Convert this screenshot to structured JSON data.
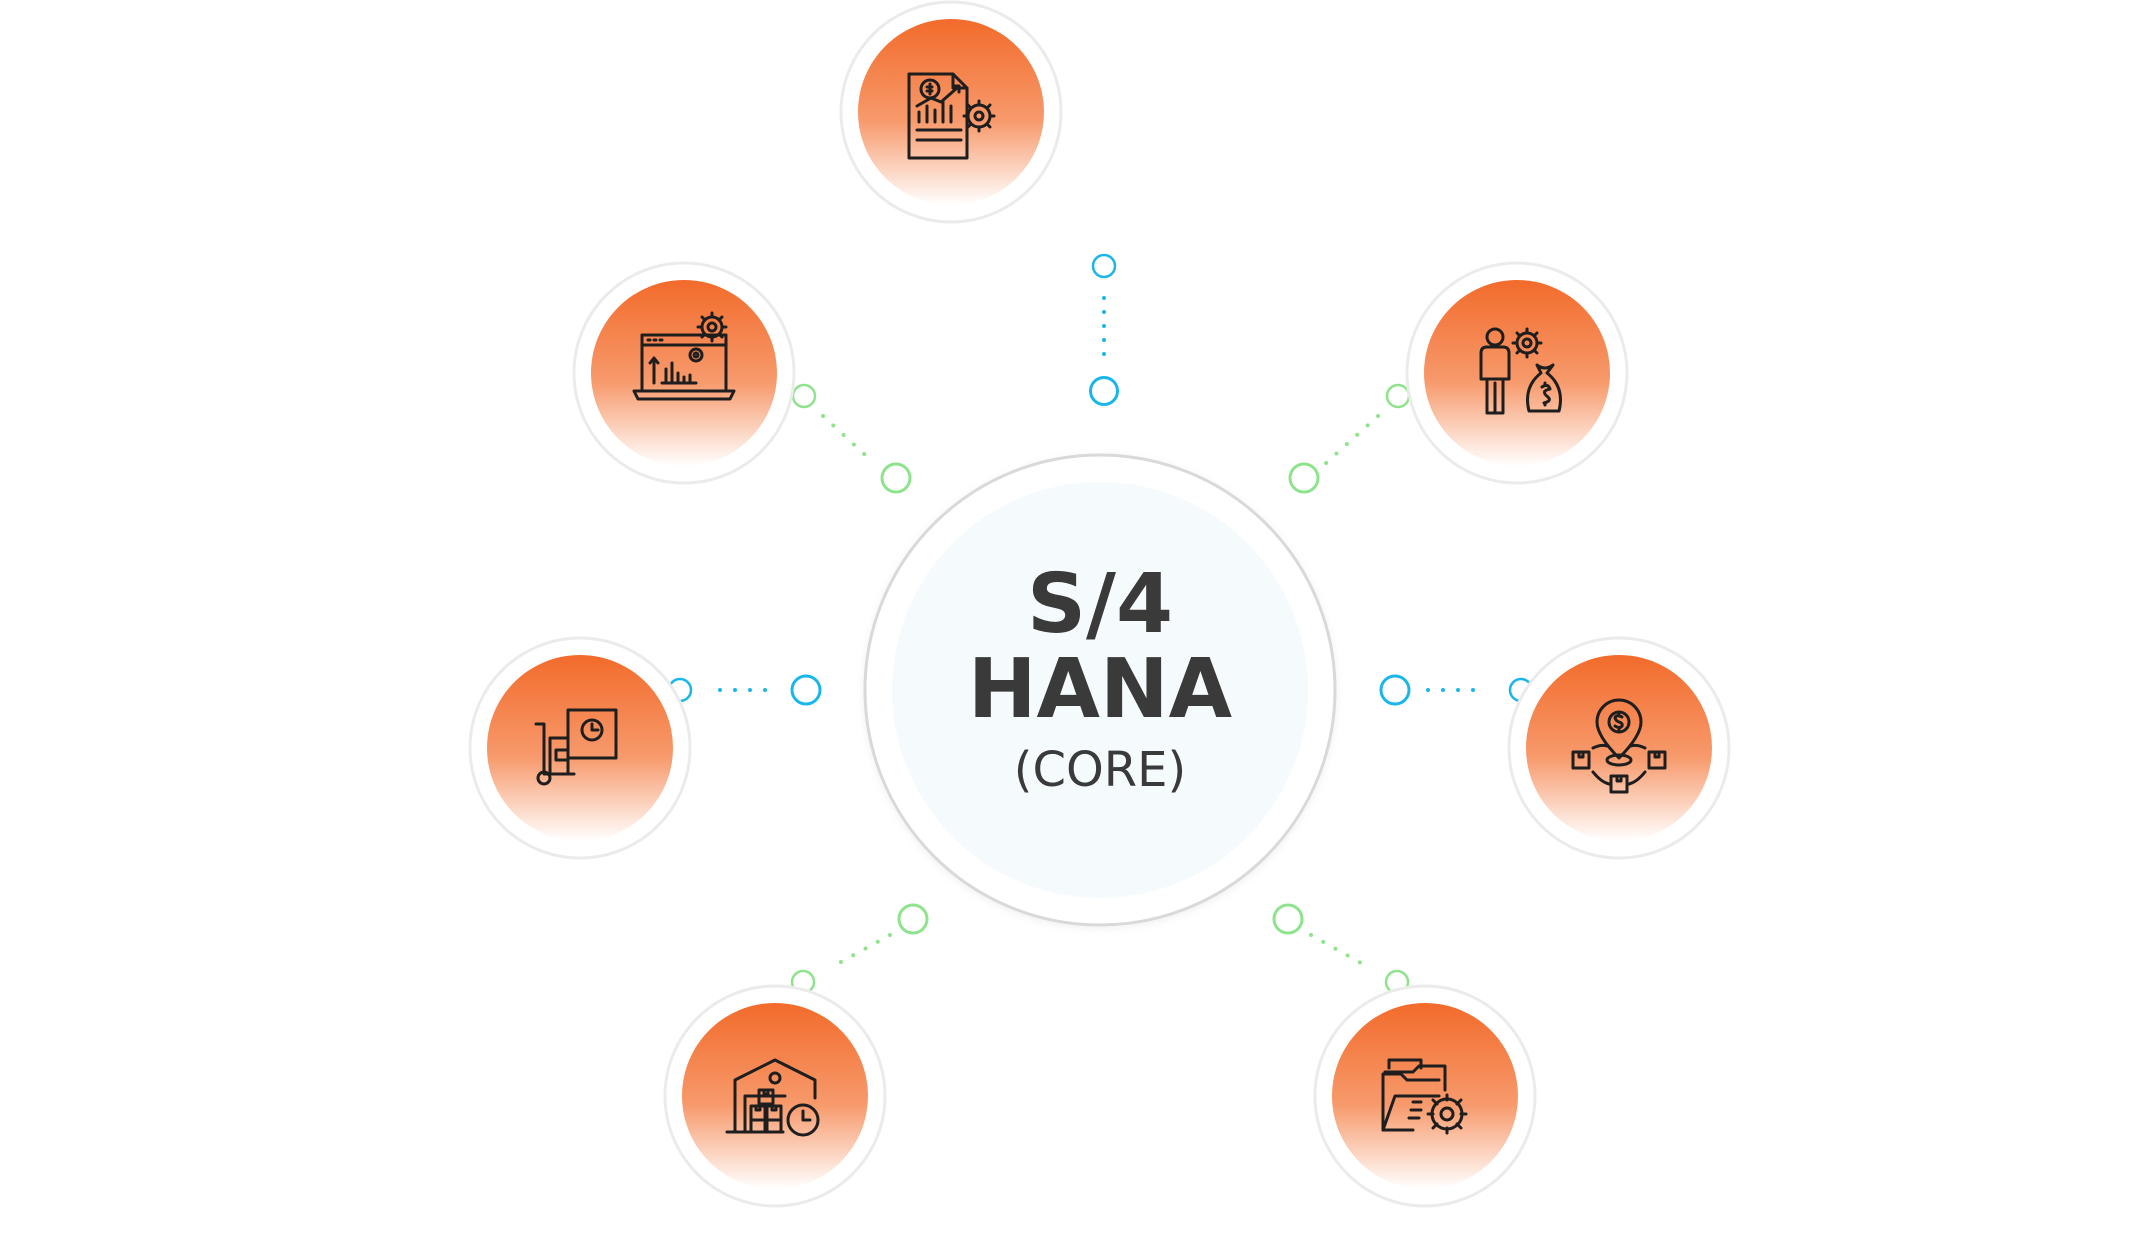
{
  "core": {
    "title_line1": "S/4",
    "title_line2": "HANA",
    "subtitle": "(CORE)"
  },
  "colors": {
    "node_gradient_top": "#f26b2b",
    "node_gradient_bottom": "#ffffff",
    "core_fill": "#f5fafd",
    "core_ring": "#d8d8d8",
    "connector_blue": "#1ab6ea",
    "connector_green": "#8fe38c",
    "icon_stroke": "#1e1e1e"
  },
  "nodes": [
    {
      "id": "top",
      "icon": "financial-report-gear-icon",
      "connector": "blue"
    },
    {
      "id": "upper-left",
      "icon": "laptop-analytics-gear-icon",
      "connector": "green"
    },
    {
      "id": "upper-right",
      "icon": "person-gear-money-bag-icon",
      "connector": "green"
    },
    {
      "id": "middle-left",
      "icon": "hand-truck-clock-icon",
      "connector": "blue"
    },
    {
      "id": "middle-right",
      "icon": "location-pin-distribution-icon",
      "connector": "blue"
    },
    {
      "id": "lower-left",
      "icon": "warehouse-boxes-clock-icon",
      "connector": "green"
    },
    {
      "id": "lower-right",
      "icon": "folder-gear-icon",
      "connector": "green"
    }
  ]
}
